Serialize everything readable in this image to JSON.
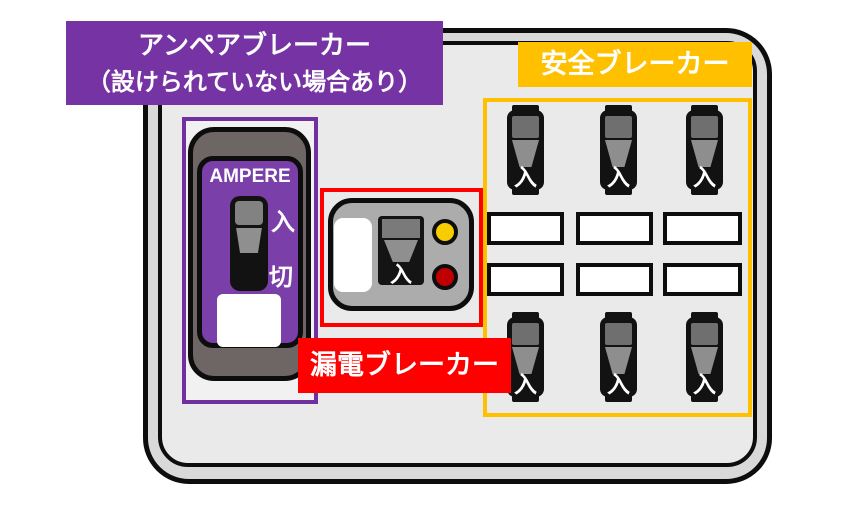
{
  "labels": {
    "ampere_breaker": {
      "line1": "アンペアブレーカー",
      "line2": "（設けられていない場合あり）"
    },
    "safety_breaker": "安全ブレーカー",
    "leakage_breaker": "漏電ブレーカー"
  },
  "ampere_breaker": {
    "brand_text": "AMPERE",
    "on_label": "入",
    "off_label": "切"
  },
  "leakage_breaker": {
    "switch_glyph": "入",
    "lamp_top_color": "#F7CD00",
    "lamp_bottom_color": "#C00000"
  },
  "safety_panel": {
    "switch_glyph": "入",
    "switch_count": 6,
    "blank_label_count": 6
  },
  "colors": {
    "callout_purple": "#7633A3",
    "outline_purple": "#7030A0",
    "callout_amber": "#FFC000",
    "callout_red": "#FE0000",
    "panel_rim_gray": "#D9D9D9",
    "panel_face_gray": "#EAEAEA",
    "ampere_body_gray": "#6E6565",
    "leakage_body_gray": "#ACACAC",
    "switch_black": "#121212"
  }
}
